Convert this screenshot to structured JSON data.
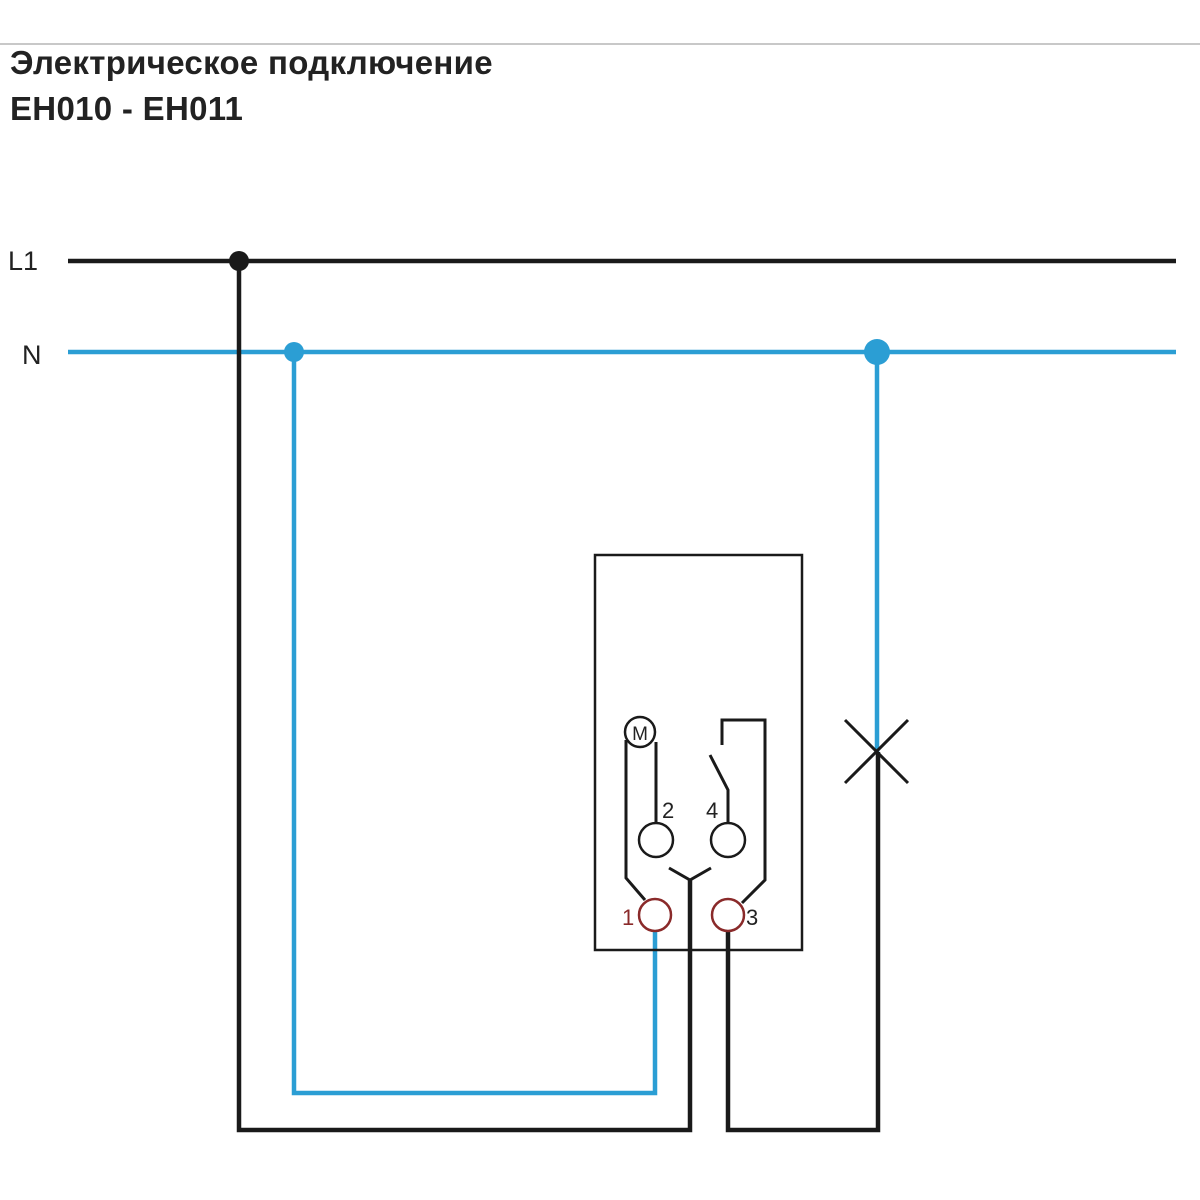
{
  "header": {
    "title": "Электрическое подключение",
    "subtitle": "EH010 - EH011"
  },
  "diagram": {
    "lines": {
      "phase": "L1",
      "neutral": "N"
    },
    "motor_label": "M",
    "terminals": [
      "1",
      "2",
      "3",
      "4"
    ],
    "colors": {
      "phase": "#1a1a1a",
      "neutral": "#2b9ed4",
      "divider": "#c8c8c8"
    }
  }
}
